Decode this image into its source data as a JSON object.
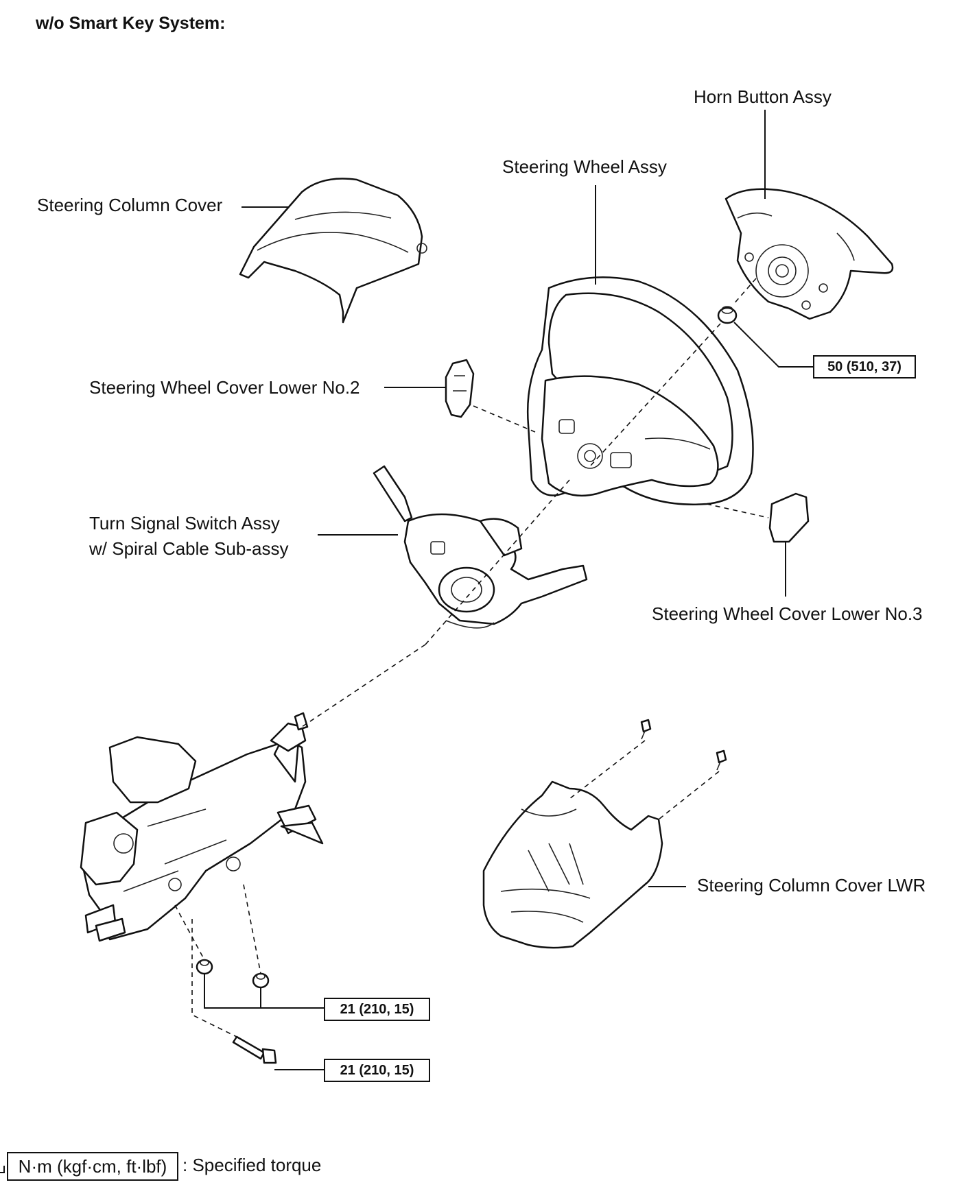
{
  "title": "w/o Smart Key System:",
  "labels": {
    "horn_button": "Horn Button Assy",
    "steering_wheel": "Steering Wheel Assy",
    "column_cover": "Steering Column Cover",
    "cover_lower_no2": "Steering Wheel Cover Lower No.2",
    "turn_signal_line1": "Turn Signal Switch Assy",
    "turn_signal_line2": "w/ Spiral Cable Sub-assy",
    "cover_lower_no3": "Steering Wheel Cover Lower No.3",
    "column_cover_lwr": "Steering Column Cover LWR"
  },
  "torque": {
    "horn_nut": "50 (510, 37)",
    "column_nuts": "21 (210, 15)",
    "column_bolt": "21 (210, 15)"
  },
  "legend": {
    "unit_box": "N·m (kgf·cm, ft·lbf)",
    "text": ": Specified torque"
  }
}
